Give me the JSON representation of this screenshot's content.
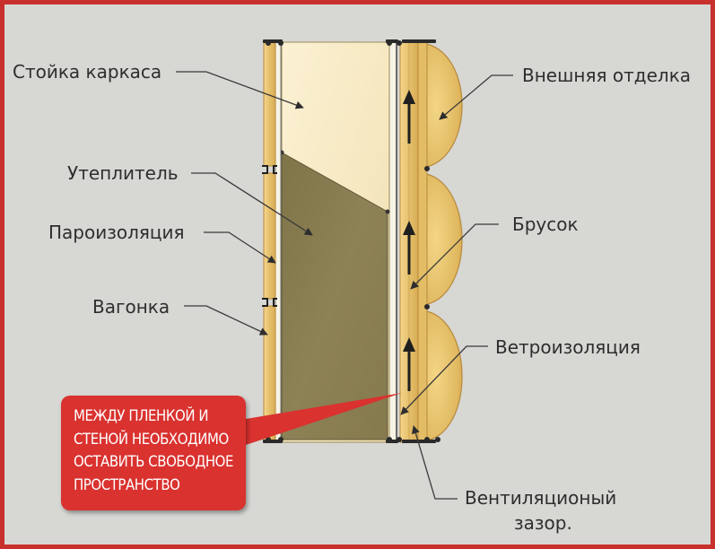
{
  "labels": {
    "frame_post": "Стойка каркаса",
    "insulation": "Утеплитель",
    "vapor_barrier": "Пароизоляция",
    "lining": "Вагонка",
    "exterior_finish": "Внешняя отделка",
    "batten": "Брусок",
    "wind_barrier": "Ветроизоляция",
    "vent_gap_line1": "Вентиляционый",
    "vent_gap_line2": "зазор."
  },
  "callout": {
    "lines": [
      "МЕЖДУ ПЛЕНКОЙ И",
      "СТЕНОЙ НЕОБХОДИМО",
      "ОСТАВИТЬ СВОБОДНОЕ",
      "ПРОСТРАНСТВО"
    ]
  },
  "colors": {
    "frame_border": "#c8302c",
    "background": "#d7d7d4",
    "callout_fill": "#d9322f",
    "wood": "#e8c678",
    "insulation": "#8a7d52",
    "post": "#f6eac5",
    "leader": "#3a3a3a"
  }
}
